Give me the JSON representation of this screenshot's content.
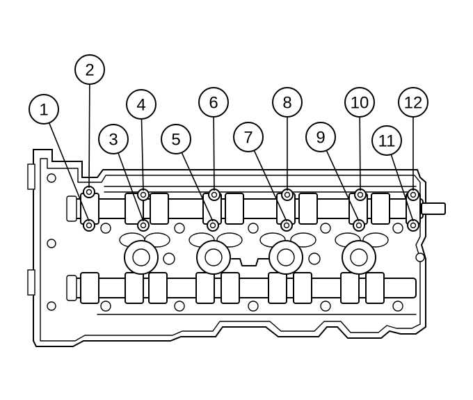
{
  "callouts": [
    {
      "id": 1,
      "label": "1"
    },
    {
      "id": 2,
      "label": "2"
    },
    {
      "id": 3,
      "label": "3"
    },
    {
      "id": 4,
      "label": "4"
    },
    {
      "id": 5,
      "label": "5"
    },
    {
      "id": 6,
      "label": "6"
    },
    {
      "id": 7,
      "label": "7"
    },
    {
      "id": 8,
      "label": "8"
    },
    {
      "id": 9,
      "label": "9"
    },
    {
      "id": 10,
      "label": "10"
    },
    {
      "id": 11,
      "label": "11"
    },
    {
      "id": 12,
      "label": "12"
    }
  ]
}
